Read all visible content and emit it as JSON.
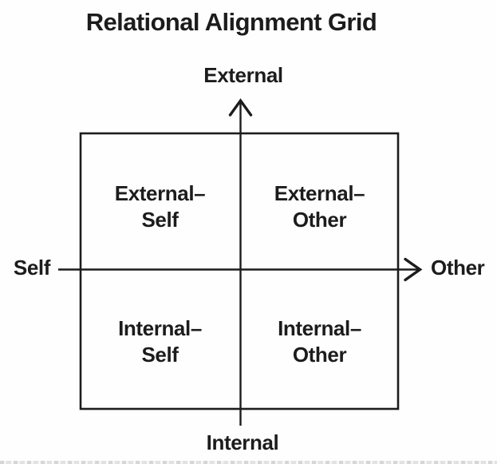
{
  "title": "Relational Alignment Grid",
  "axes": {
    "top": "External",
    "bottom": "Internal",
    "left": "Self",
    "right": "Other"
  },
  "quadrants": {
    "top_left": {
      "line1": "External–",
      "line2": "Self"
    },
    "top_right": {
      "line1": "External–",
      "line2": "Other"
    },
    "bottom_left": {
      "line1": "Internal–",
      "line2": "Self"
    },
    "bottom_right": {
      "line1": "Internal–",
      "line2": "Other"
    }
  },
  "colors": {
    "line": "#1c1c1c",
    "text": "#1c1c1c",
    "background": "#fefefe"
  }
}
